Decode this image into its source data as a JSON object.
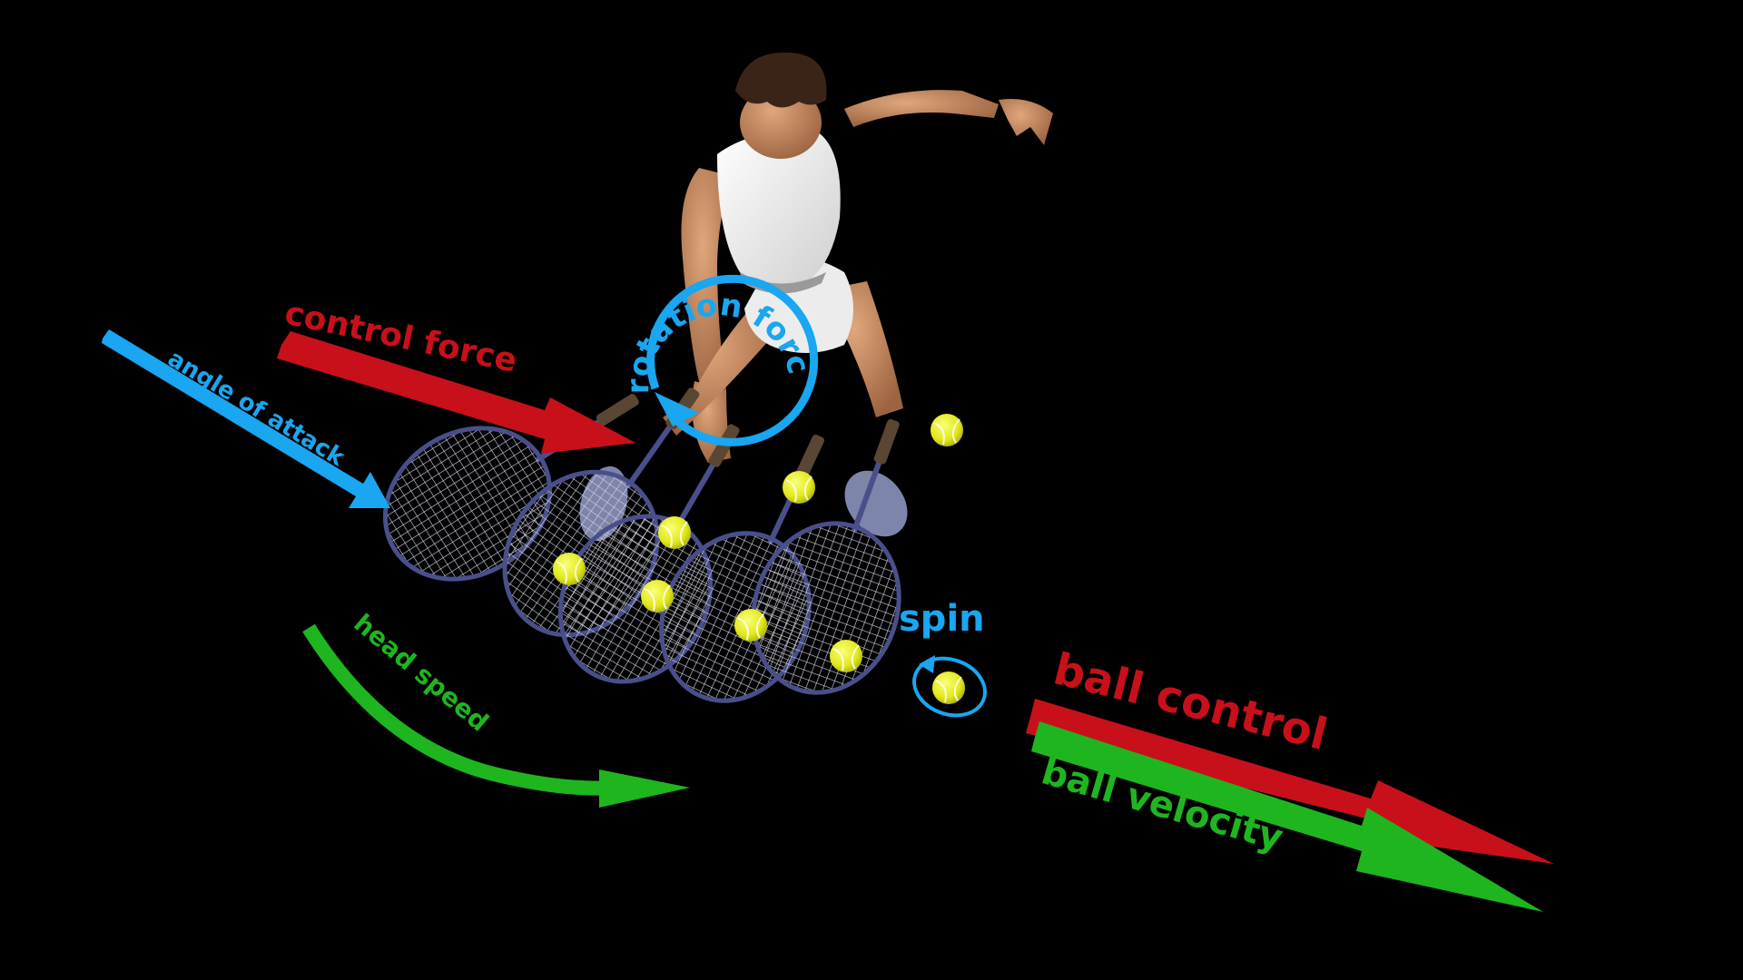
{
  "labels": {
    "control_force": "control force",
    "angle_of_attack": "angle of attack",
    "rotation_force": "rotation force",
    "head_speed": "head speed",
    "spin": "spin",
    "ball_control": "ball control",
    "ball_velocity": "ball velocity"
  },
  "colors": {
    "background": "#000000",
    "red": "#c8101a",
    "blue": "#1aa6f0",
    "green": "#1fb51f",
    "ball": "#e6ec1c",
    "racket_frame": "#4a4f8c",
    "racket_string": "#d8d8e8",
    "shirt": "#f4f4f2",
    "skin": "#c98a62",
    "hair": "#3a2418"
  },
  "icons": [
    "tennis-player-figure",
    "tennis-racket-icon",
    "tennis-ball-icon",
    "arrow-icon",
    "curved-arrow-icon"
  ]
}
